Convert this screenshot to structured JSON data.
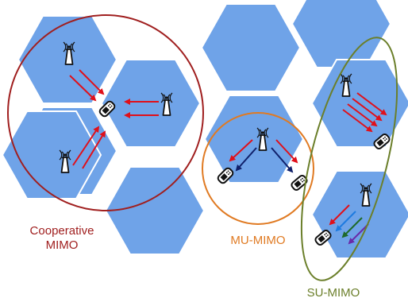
{
  "labels": {
    "coop_line1": "Cooperative",
    "coop_line2": "MIMO",
    "mu": "MU-MIMO",
    "su": "SU-MIMO"
  },
  "colors": {
    "cell_fill": "#6fa3e8",
    "cell_stroke": "#ffffff",
    "coop": "#a01f1f",
    "mu": "#e07a22",
    "su": "#6b7f2a",
    "arrow_red": "#e0101a",
    "arrow_navy": "#10206a",
    "arrow_blue": "#1e7be0",
    "arrow_green": "#1f6a2a",
    "arrow_purple": "#6a2aa8"
  }
}
